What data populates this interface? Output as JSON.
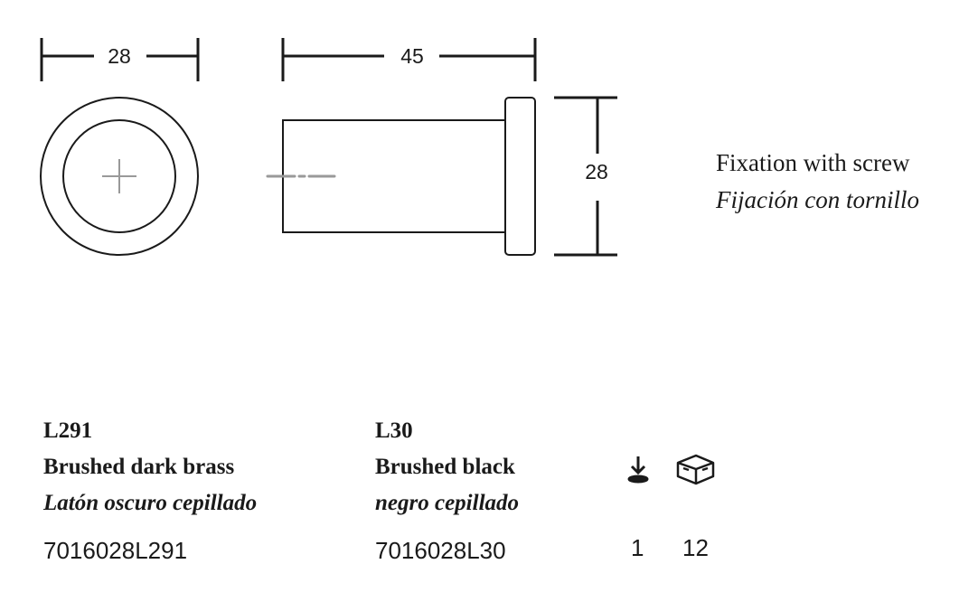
{
  "drawing": {
    "front_width_dim": "28",
    "side_length_dim": "45",
    "side_height_dim": "28"
  },
  "fixation": {
    "en": "Fixation with screw",
    "es": "Fijación con tornillo"
  },
  "finishes": [
    {
      "code": "L291",
      "name_en": "Brushed dark brass",
      "name_es": "Latón oscuro cepillado",
      "ref": "7016028L291"
    },
    {
      "code": "L30",
      "name_en": "Brushed black",
      "name_es": "negro cepillado",
      "ref": "7016028L30"
    }
  ],
  "packaging": {
    "min_order_icon": "download-tray-icon",
    "box_icon": "box-icon",
    "min_order": "1",
    "box_qty": "12"
  }
}
